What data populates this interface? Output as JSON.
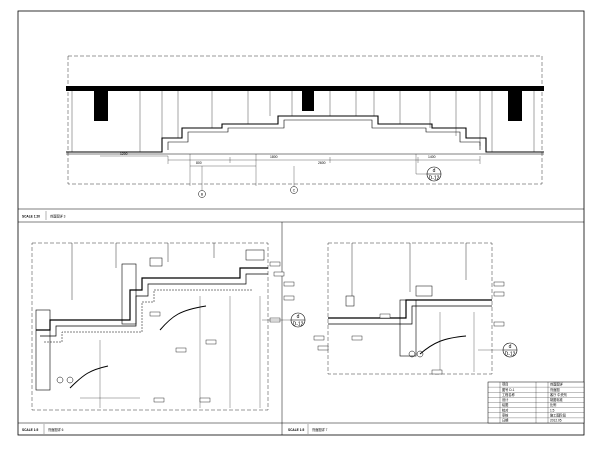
{
  "sheet": {
    "top_view": {
      "scale_label": "SCALE 1:20",
      "title": "剂面图详 3",
      "callout_number": "d",
      "callout_sheet": "D-12",
      "grid_left": "B",
      "grid_right": "C"
    },
    "bottom_left_view": {
      "scale_label": "SCALE 1:5",
      "title": "剂面图详 6",
      "callout_number": "d",
      "callout_sheet": "D-12"
    },
    "bottom_right_view": {
      "scale_label": "SCALE 1:5",
      "title": "剂面图详 7",
      "callout_number": "d",
      "callout_sheet": "D-12"
    },
    "title_block": {
      "rows": [
        {
          "left": "项目",
          "right": "剂面图详"
        },
        {
          "left": "图号 D-1",
          "right": "剂面图"
        },
        {
          "left": "工程名称",
          "right": "客厅 中央剂"
        },
        {
          "left": "设计",
          "right": "制图标准"
        },
        {
          "left": "绘图",
          "right": "比例"
        },
        {
          "left": "校对",
          "right": "1:5"
        },
        {
          "left": "审核",
          "right": "施工图阶段"
        },
        {
          "left": "日期",
          "right": "2012.05"
        }
      ]
    }
  }
}
